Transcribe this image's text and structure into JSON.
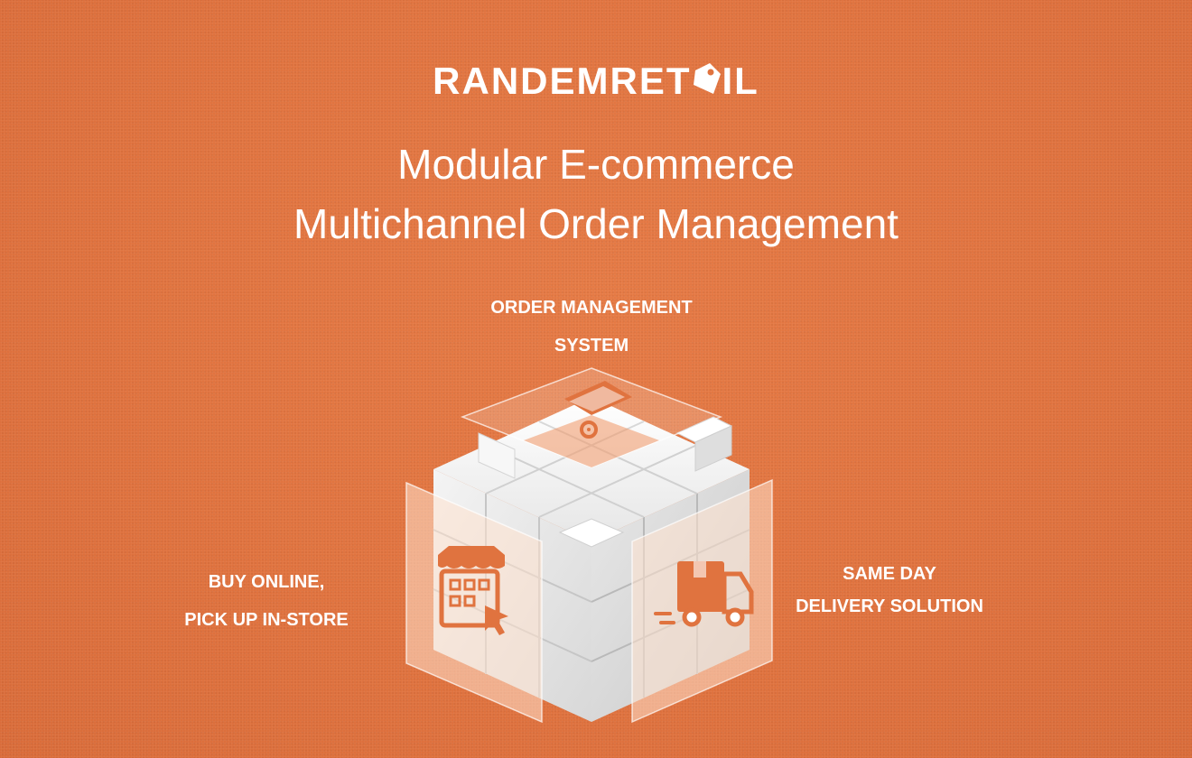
{
  "brand": {
    "logo_text_left": "RANDEMRET",
    "logo_text_right": "IL",
    "logo_tag_letter": "A",
    "colors": {
      "background": "#e0733f",
      "text": "#ffffff",
      "accent": "#e0733f",
      "cube": "#f2f2f2"
    }
  },
  "headline": {
    "line1": "Modular E-commerce",
    "line2": "Multichannel Order Management"
  },
  "modules": {
    "top": {
      "line1": "ORDER MANAGEMENT",
      "line2": "SYSTEM",
      "icon": "laptop-gear-icon"
    },
    "left": {
      "line1": "BUY ONLINE,",
      "line2": "PICK UP IN-STORE",
      "icon": "storefront-cursor-icon"
    },
    "right": {
      "line1": "SAME DAY",
      "line2": "DELIVERY SOLUTION",
      "icon": "delivery-truck-icon"
    }
  }
}
